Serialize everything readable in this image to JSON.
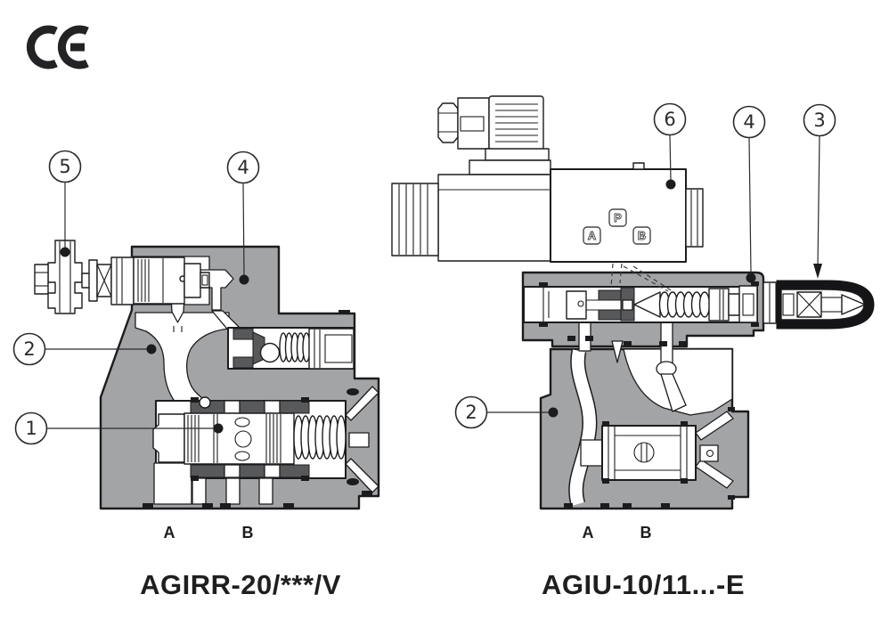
{
  "ce_mark": {
    "label": "CE"
  },
  "figures": {
    "left": {
      "title": "AGIRR-20/***/V",
      "ports": {
        "a": "A",
        "b": "B"
      },
      "callouts": {
        "c5": "5",
        "c4": "4",
        "c2": "2",
        "c1": "1"
      }
    },
    "right": {
      "title": "AGIU-10/11...-E",
      "ports": {
        "a": "A",
        "b": "B"
      },
      "body_ports": {
        "a": "A",
        "p": "P",
        "b": "B"
      },
      "callouts": {
        "c6": "6",
        "c4": "4",
        "c3": "3",
        "c2": "2"
      }
    }
  },
  "colors": {
    "background": "#ffffff",
    "body_gray": "#a2a4a6",
    "dark_gray": "#58595b",
    "line_black": "#1c1c1e"
  }
}
